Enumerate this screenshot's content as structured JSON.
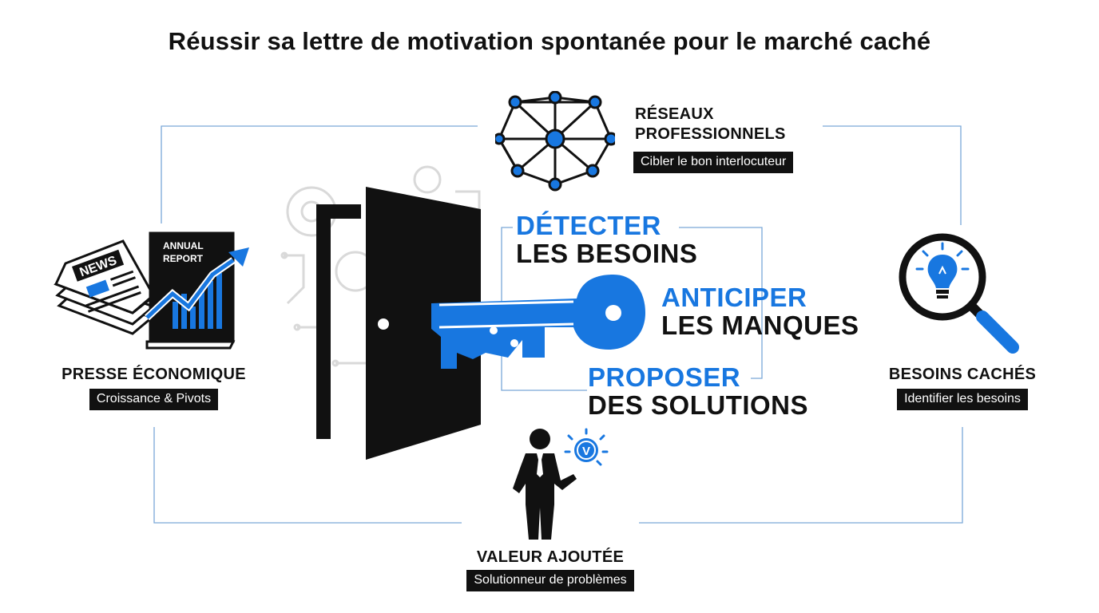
{
  "title": "Réussir sa lettre de motivation spontanée pour le marché caché",
  "colors": {
    "accent": "#1877e0",
    "dark": "#111111",
    "frame": "#7aa8d8"
  },
  "nodes": {
    "network": {
      "title_line1": "RÉSEAUX",
      "title_line2": "PROFESSIONNELS",
      "caption": "Cibler le bon interlocuteur",
      "icon": "network-icon"
    },
    "press": {
      "title": "PRESSE ÉCONOMIQUE",
      "caption": "Croissance & Pivots",
      "icon": "newspaper-report-icon",
      "newspaper_label": "NEWS",
      "report_line1": "ANNUAL",
      "report_line2": "REPORT"
    },
    "hidden": {
      "title": "BESOINS CACHÉS",
      "caption": "Identifier les besoins",
      "icon": "magnifier-bulb-icon"
    },
    "value": {
      "title": "VALEUR AJOUTÉE",
      "caption": "Solutionneur de problèmes",
      "icon": "businessman-icon",
      "badge": "V"
    }
  },
  "center": {
    "icon": "door-key-icon",
    "steps": [
      {
        "accent": "DÉTECTER",
        "rest": "LES BESOINS"
      },
      {
        "accent": "ANTICIPER",
        "rest": "LES MANQUES"
      },
      {
        "accent": "PROPOSER",
        "rest": "DES SOLUTIONS"
      }
    ]
  }
}
